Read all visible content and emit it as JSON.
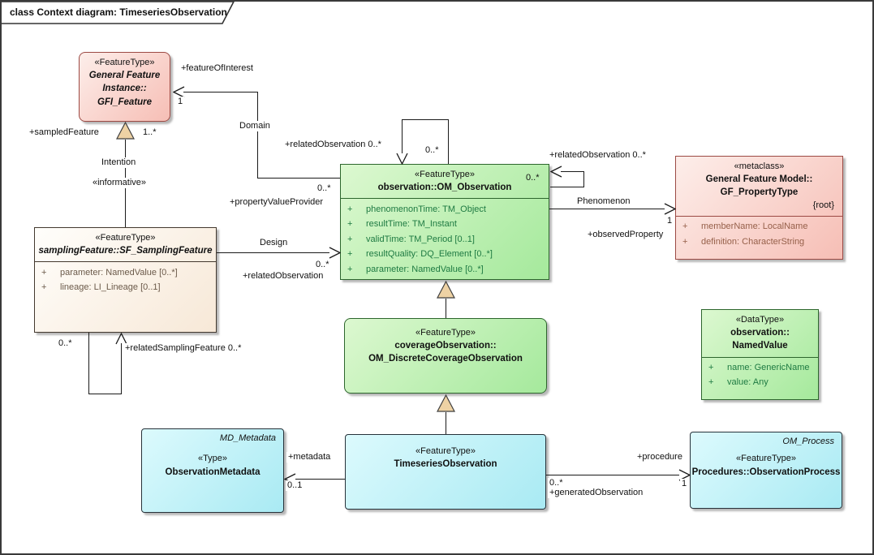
{
  "diagram_title": "class Context diagram: TimeseriesObservation",
  "colors": {
    "pink_fill": "#f6beb5",
    "pink_border": "#9c4a44",
    "pink_attr_text": "#96604a",
    "green_fill": "#a5e99c",
    "green_border": "#2d662d",
    "green_attr_text": "#1e7a42",
    "cream_fill": "#f7e8d7",
    "cream_attr_text": "#6b5a4a",
    "cyan_fill": "#a9eaf3",
    "generalization_triangle_fill": "#eed2a4",
    "line_color": "#1a1a1a"
  },
  "classes": {
    "gfi_feature": {
      "stereotype": "«FeatureType»",
      "name_lines": [
        "General Feature",
        "Instance::",
        "GFI_Feature"
      ]
    },
    "sf_sampling_feature": {
      "stereotype": "«FeatureType»",
      "name_lines": [
        "samplingFeature::SF_SamplingFeature"
      ],
      "attributes": [
        {
          "vis": "+",
          "text": "parameter: NamedValue [0..*]"
        },
        {
          "vis": "+",
          "text": "lineage: LI_Lineage [0..1]"
        }
      ]
    },
    "om_observation": {
      "stereotype": "«FeatureType»",
      "name_lines": [
        "observation::OM_Observation"
      ],
      "attributes": [
        {
          "vis": "+",
          "text": "phenomenonTime: TM_Object"
        },
        {
          "vis": "+",
          "text": "resultTime: TM_Instant"
        },
        {
          "vis": "+",
          "text": "validTime: TM_Period [0..1]"
        },
        {
          "vis": "+",
          "text": "resultQuality: DQ_Element [0..*]"
        },
        {
          "vis": "+",
          "text": "parameter: NamedValue [0..*]"
        }
      ]
    },
    "gf_property_type": {
      "stereotype": "«metaclass»",
      "name_lines": [
        "General Feature Model::",
        "GF_PropertyType"
      ],
      "tag": "{root}",
      "attributes": [
        {
          "vis": "+",
          "text": "memberName: LocalName"
        },
        {
          "vis": "+",
          "text": "definition: CharacterString"
        }
      ]
    },
    "om_discrete_coverage_observation": {
      "stereotype": "«FeatureType»",
      "name_lines": [
        "coverageObservation::",
        "OM_DiscreteCoverageObservation"
      ]
    },
    "named_value": {
      "stereotype": "«DataType»",
      "name_lines": [
        "observation::",
        "NamedValue"
      ],
      "attributes": [
        {
          "vis": "+",
          "text": "name: GenericName"
        },
        {
          "vis": "+",
          "text": "value: Any"
        }
      ]
    },
    "observation_metadata": {
      "corner_note": "MD_Metadata",
      "stereotype": "«Type»",
      "name_lines": [
        "ObservationMetadata"
      ]
    },
    "timeseries_observation": {
      "stereotype": "«FeatureType»",
      "name_lines": [
        "TimeseriesObservation"
      ]
    },
    "observation_process": {
      "corner_note": "OM_Process",
      "stereotype": "«FeatureType»",
      "name_lines": [
        "Procedures::ObservationProcess"
      ]
    }
  },
  "labels": {
    "feature_of_interest": "+featureOfInterest",
    "feature_of_interest_mult": "1",
    "domain": "Domain",
    "sampled_feature": "+sampledFeature",
    "sampled_feature_mult": "1..*",
    "intention": "Intention",
    "informative": "«informative»",
    "property_value_provider_mult": "0..*",
    "property_value_provider": "+propertyValueProvider",
    "design": "Design",
    "related_observation_design_mult": "0..*",
    "related_observation_design": "+relatedObservation",
    "related_observation_top": "+relatedObservation 0..*",
    "related_observation_top_mult": "0..*",
    "related_observation_corner_mult": "0..*",
    "related_observation_right": "+relatedObservation 0..*",
    "phenomenon": "Phenomenon",
    "observed_property_mult": "1",
    "observed_property": "+observedProperty",
    "related_sampling_feature_mult": "0..*",
    "related_sampling_feature": "+relatedSamplingFeature 0..*",
    "metadata": "+metadata",
    "metadata_mult": "0..1",
    "procedure": "+procedure",
    "procedure_mult": "1",
    "generated_observation_mult": "0..*",
    "generated_observation": "+generatedObservation"
  }
}
